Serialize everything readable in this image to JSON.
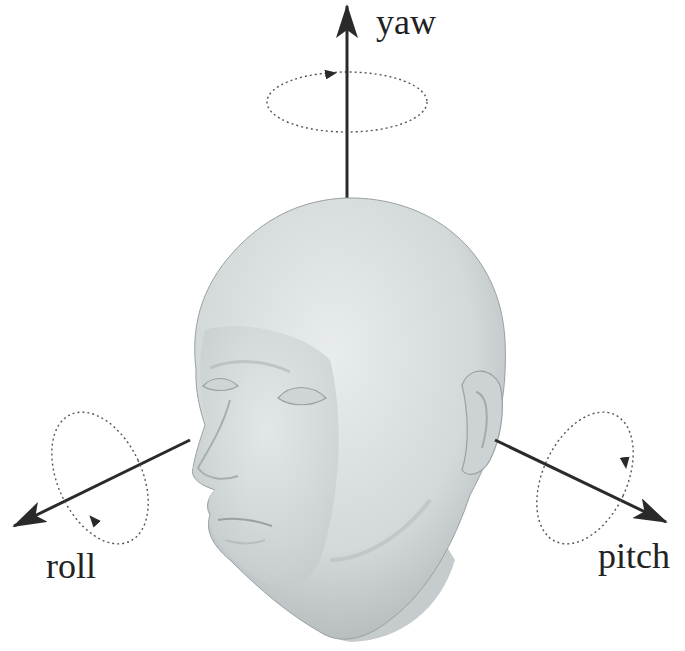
{
  "diagram": {
    "labels": [
      "yaw",
      "roll",
      "pitch"
    ]
  }
}
